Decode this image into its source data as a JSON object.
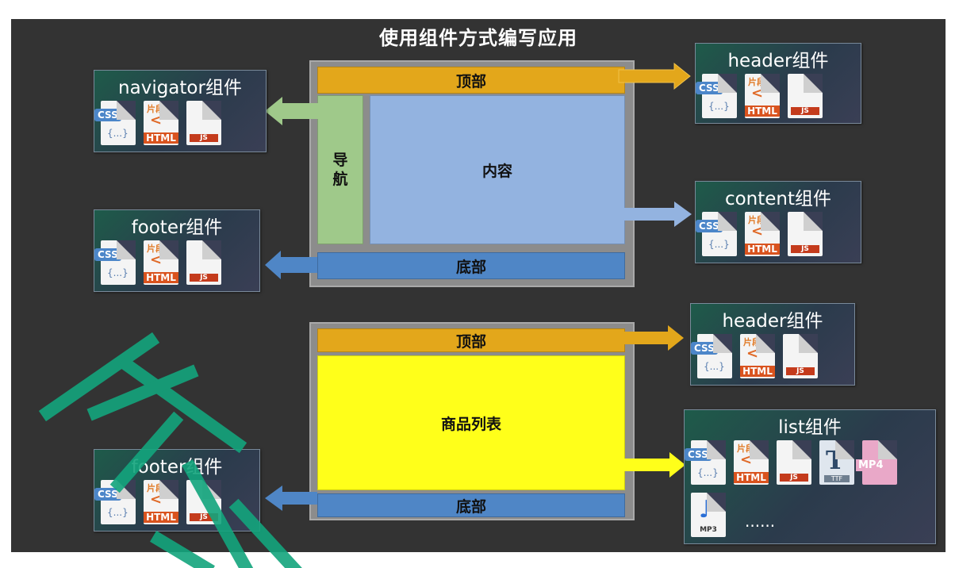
{
  "title": "使用组件方式编写应用",
  "layout_top": {
    "header": "顶部",
    "nav_line1": "导",
    "nav_line2": "航",
    "content": "内容",
    "footer": "底部"
  },
  "layout_bottom": {
    "header": "顶部",
    "list": "商品列表",
    "footer": "底部"
  },
  "icons": {
    "css": "CSS",
    "css_brace": "{...}",
    "snippet_top": "片段",
    "snippet_code": "< >",
    "html": "HTML",
    "js": "JS",
    "ttf": "TTF",
    "ttf_letter": "T",
    "mp4": "MP4",
    "mp3": "MP3",
    "mp3_note": "♪",
    "more": "......"
  },
  "cards": {
    "navigator": "navigator组件",
    "header1": "header组件",
    "content": "content组件",
    "footer1": "footer组件",
    "header2": "header组件",
    "list": "list组件",
    "footer2": "footer组件"
  },
  "colors": {
    "header": "#e3a71b",
    "nav": "#9fc98a",
    "content": "#93b3e0",
    "footer": "#4f86c6",
    "list": "#ffff1a",
    "watermark": "#13a57d"
  }
}
